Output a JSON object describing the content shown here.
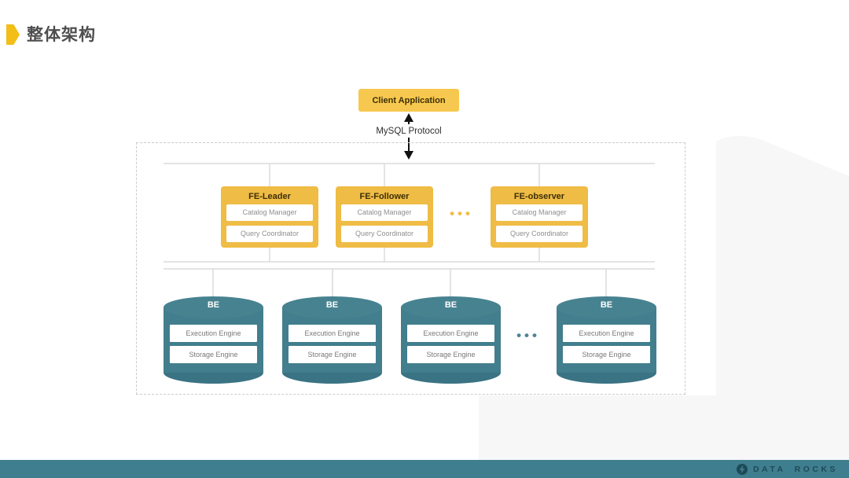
{
  "title": {
    "text": "整体架构"
  },
  "client": {
    "label": "Client Application"
  },
  "protocol": {
    "label": "MySQL Protocol"
  },
  "cluster": {
    "fe_nodes": [
      {
        "title": "FE-Leader",
        "modules": [
          "Catalog Manager",
          "Query Coordinator"
        ]
      },
      {
        "title": "FE-Follower",
        "modules": [
          "Catalog Manager",
          "Query Coordinator"
        ]
      },
      {
        "title": "FE-observer",
        "modules": [
          "Catalog Manager",
          "Query Coordinator"
        ]
      }
    ],
    "fe_ellipsis": "•••",
    "be_nodes": [
      {
        "title": "BE",
        "modules": [
          "Execution Engine",
          "Storage Engine"
        ]
      },
      {
        "title": "BE",
        "modules": [
          "Execution Engine",
          "Storage Engine"
        ]
      },
      {
        "title": "BE",
        "modules": [
          "Execution Engine",
          "Storage Engine"
        ]
      },
      {
        "title": "BE",
        "modules": [
          "Execution Engine",
          "Storage Engine"
        ]
      }
    ],
    "be_ellipsis": "•••"
  },
  "footer": {
    "brand": "DATA ROCKS",
    "logo": "bolt-circle-icon"
  },
  "colors": {
    "accent_yellow": "#EFBC45",
    "client_yellow": "#F7C84F",
    "marker_yellow": "#F2BE17",
    "teal_node": "#427E8D",
    "footer_teal": "#3F7E8E",
    "brand_text": "#1E4A58",
    "connector_gray": "#DBDBDB",
    "background_shape": "#F7F7F7"
  }
}
